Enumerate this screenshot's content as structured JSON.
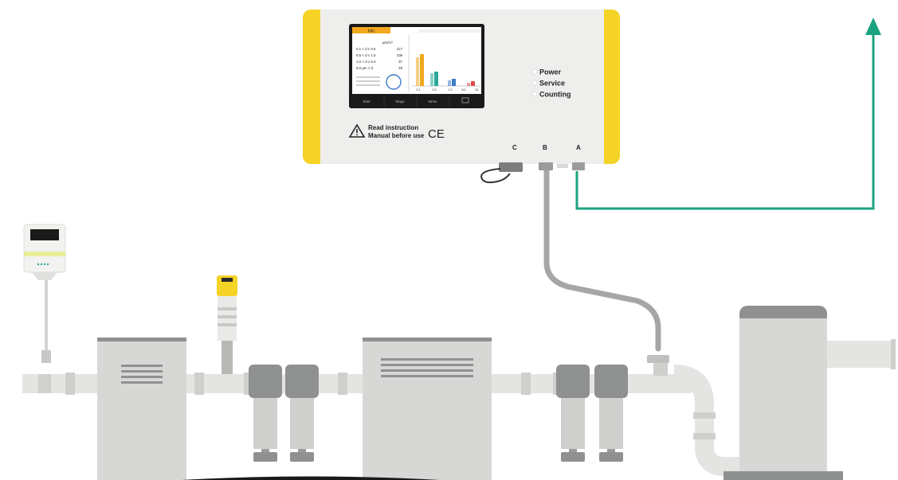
{
  "screen": {
    "tab": "Info",
    "header_right": "µm/m³",
    "rows": [
      {
        "range": "0.1 < d ≤ 0.5",
        "value": "217"
      },
      {
        "range": "0.5 < d ≤ 1.0",
        "value": "108"
      },
      {
        "range": "1.0 < d ≤ 5.0",
        "value": "37"
      },
      {
        "range": "5.0 µm < d",
        "value": "29"
      }
    ],
    "footer_buttons": [
      "Start",
      "Stage",
      "Menu",
      ""
    ],
    "bar_labels": [
      "0.1",
      "0.5",
      "1.0",
      "5.0",
      "10"
    ],
    "colors": {
      "orange": "#f2a81d",
      "teal": "#2aa99b",
      "blue": "#3d7cc9",
      "red": "#e04b4b"
    }
  },
  "status_lights": [
    "Power",
    "Service",
    "Counting"
  ],
  "warning": {
    "line1": "Read instruction",
    "line2": "Manual before use",
    "mark": "CE"
  },
  "ports": [
    "C",
    "B",
    "A"
  ],
  "colors": {
    "yellow": "#f5d327",
    "green": "#1ba37e",
    "housing": "#eeeeec",
    "pipe": "#e4e5e2",
    "dark_gray": "#8f9190"
  }
}
